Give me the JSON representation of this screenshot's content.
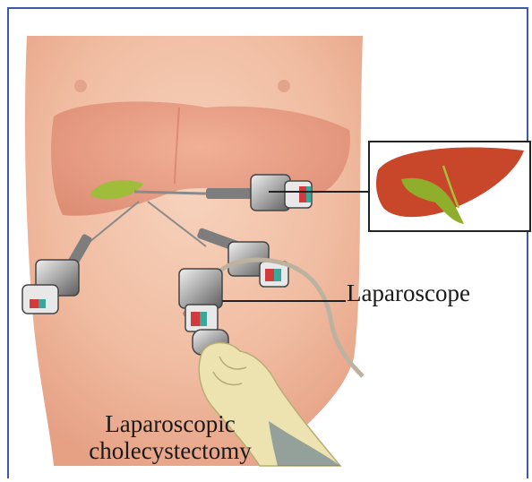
{
  "labels": {
    "laparoscope": "Laparoscope",
    "caption_line1": "Laparoscopic",
    "caption_line2": "cholecystectomy"
  },
  "colors": {
    "frame": "#3a5aa8",
    "skin": "#f2c2a8",
    "skin_shadow": "#dc8f78",
    "liver": "#c8472a",
    "gallbladder": "#8fae2c",
    "instrument": "#c9c9c9",
    "glove": "#ece3b0"
  }
}
